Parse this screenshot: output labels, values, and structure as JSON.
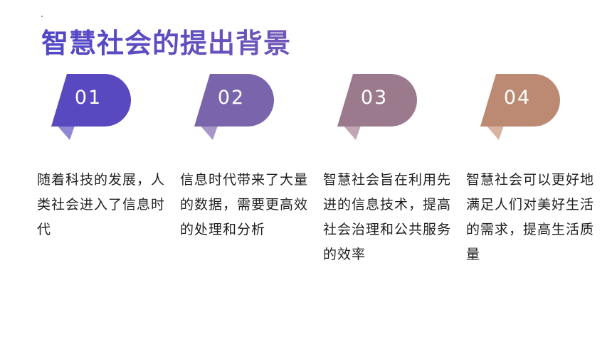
{
  "slide": {
    "title": "智慧社会的提出背景"
  },
  "steps": [
    {
      "number": "01",
      "text": "随着科技的发展，人类社会进入了信息时代",
      "color": "#5949c0",
      "fold_color": "#8f86d6"
    },
    {
      "number": "02",
      "text": "信息时代带来了大量的数据，需要更高效的处理和分析",
      "color": "#7a64ac",
      "fold_color": "#a796c9"
    },
    {
      "number": "03",
      "text": "智慧社会旨在利用先进的信息技术，提高社会治理和公共服务的效率",
      "color": "#9c7a8e",
      "fold_color": "#c2a6b4"
    },
    {
      "number": "04",
      "text": "智慧社会可以更好地满足人们对美好生活的需求，提高生活质量",
      "color": "#bc8a72",
      "fold_color": "#d8b3a2"
    }
  ]
}
